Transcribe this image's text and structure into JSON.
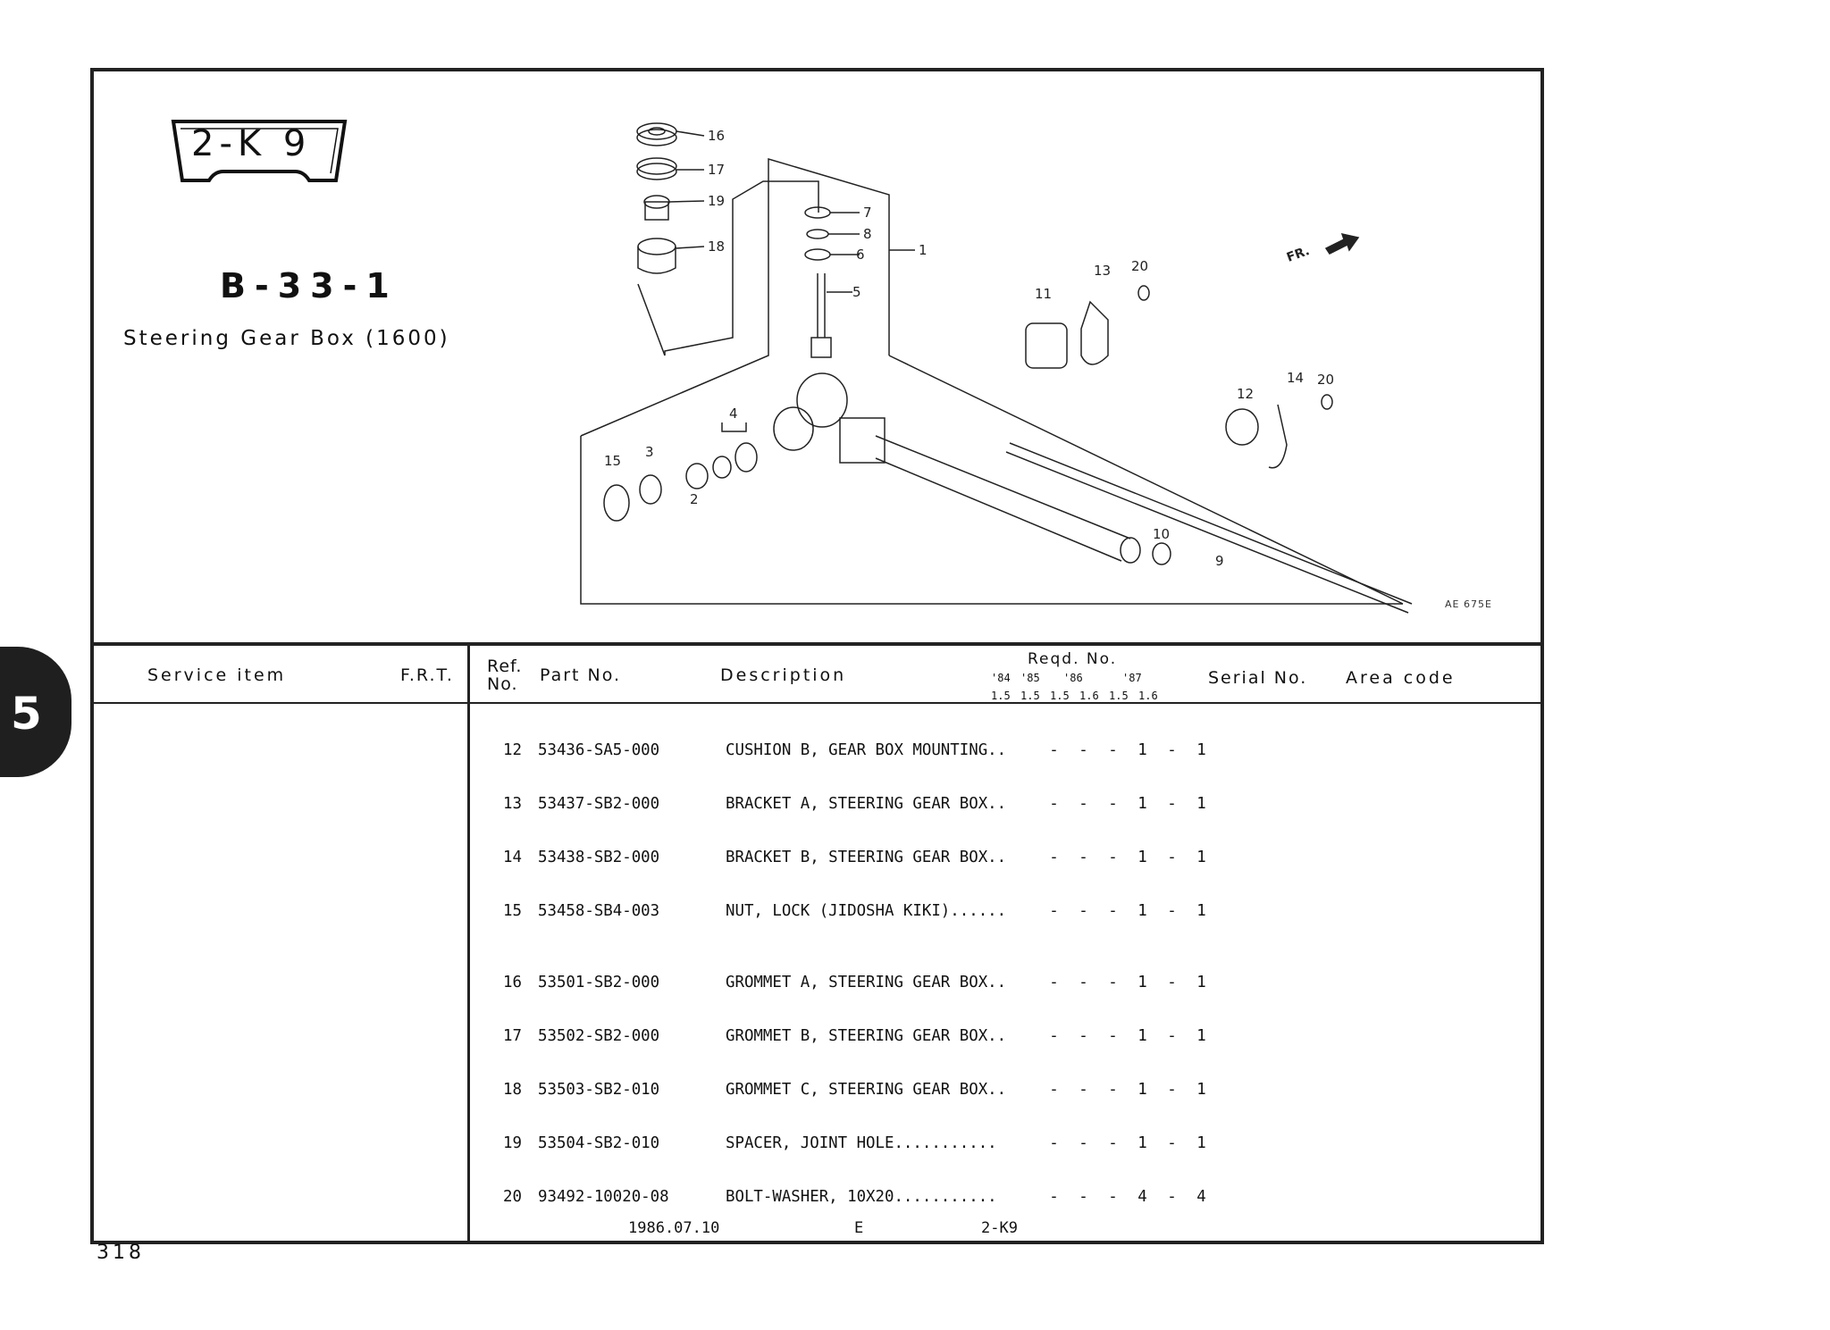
{
  "badge": "2-K 9",
  "page_code": "B-33-1",
  "page_title": "Steering Gear Box (1600)",
  "diagram": {
    "callouts": [
      "16",
      "17",
      "19",
      "18",
      "7",
      "8",
      "6",
      "1",
      "5",
      "4",
      "15",
      "3",
      "2",
      "13",
      "20",
      "11",
      "12",
      "14",
      "20",
      "10",
      "9"
    ],
    "direction_label": "FR.",
    "code": "AE 675E"
  },
  "table": {
    "headers": {
      "service_item": "Service item",
      "frt": "F.R.T.",
      "ref_no_1": "Ref.",
      "ref_no_2": "No.",
      "part_no": "Part No.",
      "description": "Description",
      "reqd_no": "Reqd. No.",
      "years": [
        "'84",
        "'85",
        "'86",
        "",
        "'87",
        ""
      ],
      "engines": [
        "1.5",
        "1.5",
        "1.5",
        "1.6",
        "1.5",
        "1.6"
      ],
      "serial_no": "Serial No.",
      "area_code": "Area code"
    },
    "rows": [
      {
        "ref": "12",
        "part": "53436-SA5-000",
        "desc": "CUSHION B, GEAR BOX MOUNTING..",
        "q": [
          "-",
          "-",
          "-",
          "1",
          "-",
          "1"
        ]
      },
      {
        "ref": "13",
        "part": "53437-SB2-000",
        "desc": "BRACKET A, STEERING GEAR BOX..",
        "q": [
          "-",
          "-",
          "-",
          "1",
          "-",
          "1"
        ]
      },
      {
        "ref": "14",
        "part": "53438-SB2-000",
        "desc": "BRACKET B, STEERING GEAR BOX..",
        "q": [
          "-",
          "-",
          "-",
          "1",
          "-",
          "1"
        ]
      },
      {
        "ref": "15",
        "part": "53458-SB4-003",
        "desc": "NUT, LOCK (JIDOSHA KIKI)......",
        "q": [
          "-",
          "-",
          "-",
          "1",
          "-",
          "1"
        ]
      },
      {
        "ref": "16",
        "part": "53501-SB2-000",
        "desc": "GROMMET A, STEERING GEAR BOX..",
        "q": [
          "-",
          "-",
          "-",
          "1",
          "-",
          "1"
        ]
      },
      {
        "ref": "17",
        "part": "53502-SB2-000",
        "desc": "GROMMET B, STEERING GEAR BOX..",
        "q": [
          "-",
          "-",
          "-",
          "1",
          "-",
          "1"
        ]
      },
      {
        "ref": "18",
        "part": "53503-SB2-010",
        "desc": "GROMMET C, STEERING GEAR BOX..",
        "q": [
          "-",
          "-",
          "-",
          "1",
          "-",
          "1"
        ]
      },
      {
        "ref": "19",
        "part": "53504-SB2-010",
        "desc": "SPACER, JOINT HOLE...........",
        "q": [
          "-",
          "-",
          "-",
          "1",
          "-",
          "1"
        ]
      },
      {
        "ref": "20",
        "part": "93492-10020-08",
        "desc": "BOLT-WASHER, 10X20...........",
        "q": [
          "-",
          "-",
          "-",
          "4",
          "-",
          "4"
        ]
      }
    ]
  },
  "footer": {
    "date": "1986.07.10",
    "lang": "E",
    "code": "2-K9"
  },
  "page_number": "318",
  "section_tab": "5"
}
